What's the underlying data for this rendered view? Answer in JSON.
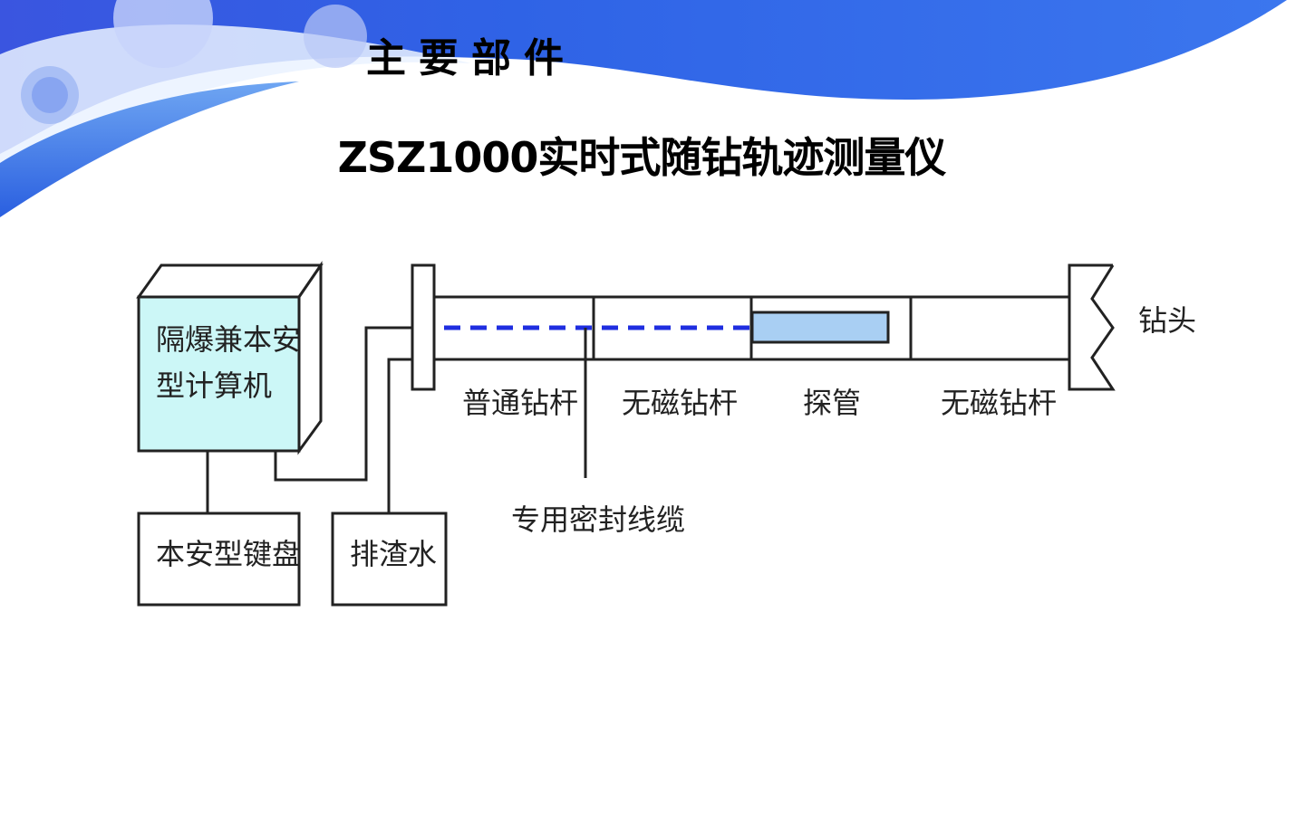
{
  "slide": {
    "section_title": "主要部件",
    "subtitle": "ZSZ1000实时式随钻轨迹测量仪"
  },
  "diagram": {
    "computer": {
      "line1": "隔爆兼本安",
      "line2": "型计算机"
    },
    "keyboard": "本安型键盘",
    "drain_water": "排渣水",
    "cable": "专用密封线缆",
    "segments": [
      "普通钻杆",
      "无磁钻杆",
      "探管",
      "无磁钻杆"
    ],
    "drill_bit": "钻头"
  },
  "colors": {
    "banner_blue": "#2f63e6",
    "computer_fill": "#ccf7f7",
    "cable_dash": "#1f2ee0",
    "probe_fill": "#a9cff3"
  }
}
